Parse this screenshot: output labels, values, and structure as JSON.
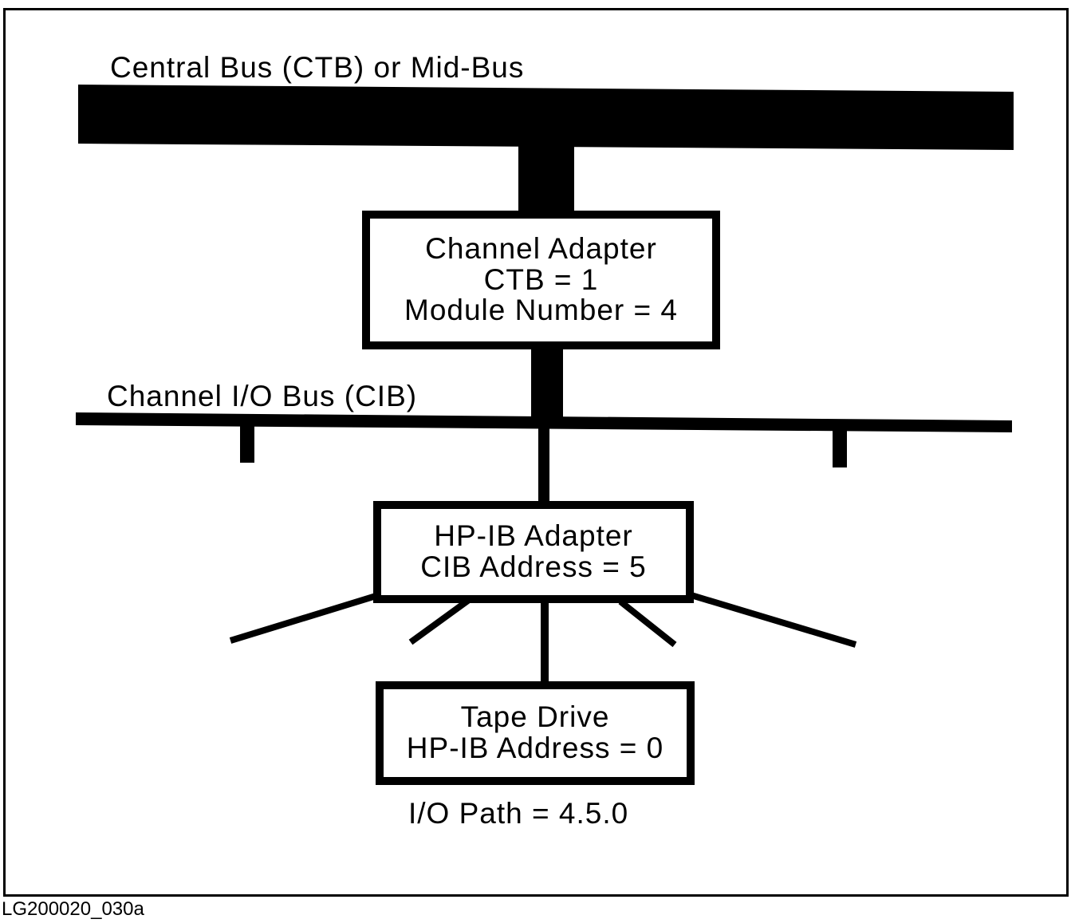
{
  "central_bus": {
    "label": "Central Bus (CTB) or Mid-Bus"
  },
  "channel_adapter": {
    "line1": "Channel Adapter",
    "line2": "CTB = 1",
    "line3": "Module Number = 4"
  },
  "channel_io_bus": {
    "label": "Channel I/O Bus (CIB)"
  },
  "hpib_adapter": {
    "line1": "HP-IB Adapter",
    "line2": "CIB Address = 5"
  },
  "tape_drive": {
    "line1": "Tape Drive",
    "line2": "HP-IB Address = 0"
  },
  "io_path": {
    "label": "I/O Path = 4.5.0"
  },
  "figure_id": "LG200020_030a"
}
